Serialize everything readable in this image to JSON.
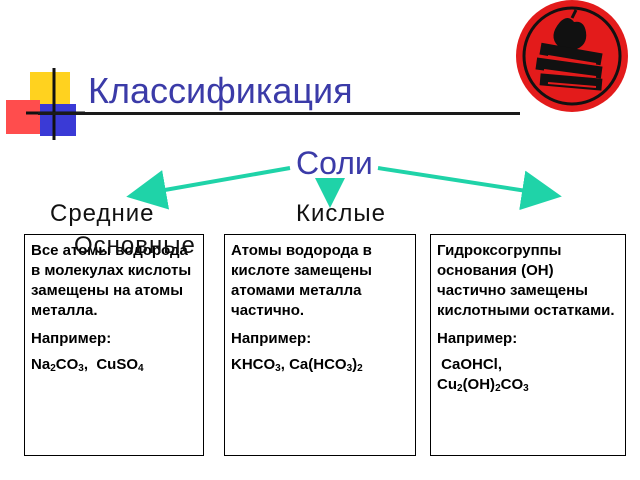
{
  "title": "Классификация",
  "subtitle": "Соли",
  "labels": {
    "left": "Средние",
    "left_overlap": "Основные",
    "middle": "Кислые"
  },
  "boxes": {
    "left": {
      "description": "Все атомы водорода в молекулах кислоты замещены на атомы металла.",
      "example_label": "Например:",
      "formula_a": [
        "Na",
        "2",
        "CO",
        "3"
      ],
      "formula_b": [
        "CuSO",
        "4"
      ]
    },
    "middle": {
      "description": "Атомы водорода в кислоте замещены атомами металла частично.",
      "example_label": "Например:",
      "formula_a": [
        "KHCO",
        "3"
      ],
      "formula_b": [
        "Ca(HCO",
        "3",
        ")",
        "2"
      ]
    },
    "right": {
      "description": "Гидроксогруппы основания (OH) частично замещены кислотными остатками.",
      "example_label": "Например:",
      "formula_a": "CaOHCl,",
      "formula_b": [
        "Cu",
        "2",
        "(OH)",
        "2",
        "CO",
        "3"
      ]
    }
  },
  "colors": {
    "accent": "#3b3ba8",
    "arrow": "#1fd3a8",
    "logo_red": "#e31b1b"
  },
  "icons": [
    "books-apple-clipart",
    "colored-squares-decoration"
  ]
}
